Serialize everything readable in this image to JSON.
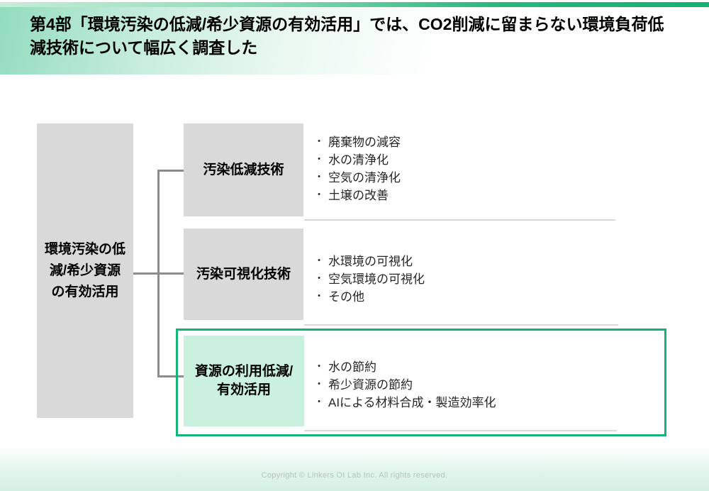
{
  "header": {
    "title": "第4部「環境汚染の低減/希少資源の有効活用」では、CO2削減に留まらない環境負荷低\n減技術について幅広く調査した"
  },
  "diagram": {
    "root": {
      "label": "環境汚染の低\n減/希少資源\nの有効活用"
    },
    "rows": [
      {
        "box": "汚染低減技術",
        "highlighted": false,
        "items": [
          "廃棄物の減容",
          "水の清浄化",
          "空気の清浄化",
          "土壌の改善"
        ]
      },
      {
        "box": "汚染可視化技術",
        "highlighted": false,
        "items": [
          "水環境の可視化",
          "空気環境の可視化",
          "その他"
        ]
      },
      {
        "box": "資源の利用低減/\n有効活用",
        "highlighted": true,
        "items": [
          "水の節約",
          "希少資源の節約",
          "AIによる材料合成・製造効率化"
        ]
      }
    ]
  },
  "footer": {
    "copyright": "Copyright © Linkers OI Lab Inc. All rights reserved."
  },
  "ui": {
    "bullet_glyph": "•"
  },
  "colors": {
    "box_gray": "#d9d9d9",
    "highlight_border_green": "#13b576",
    "highlight_fill_mint": "#c9f1de",
    "connector_gray": "#8c8c8c",
    "accent_green": "#12b271"
  }
}
